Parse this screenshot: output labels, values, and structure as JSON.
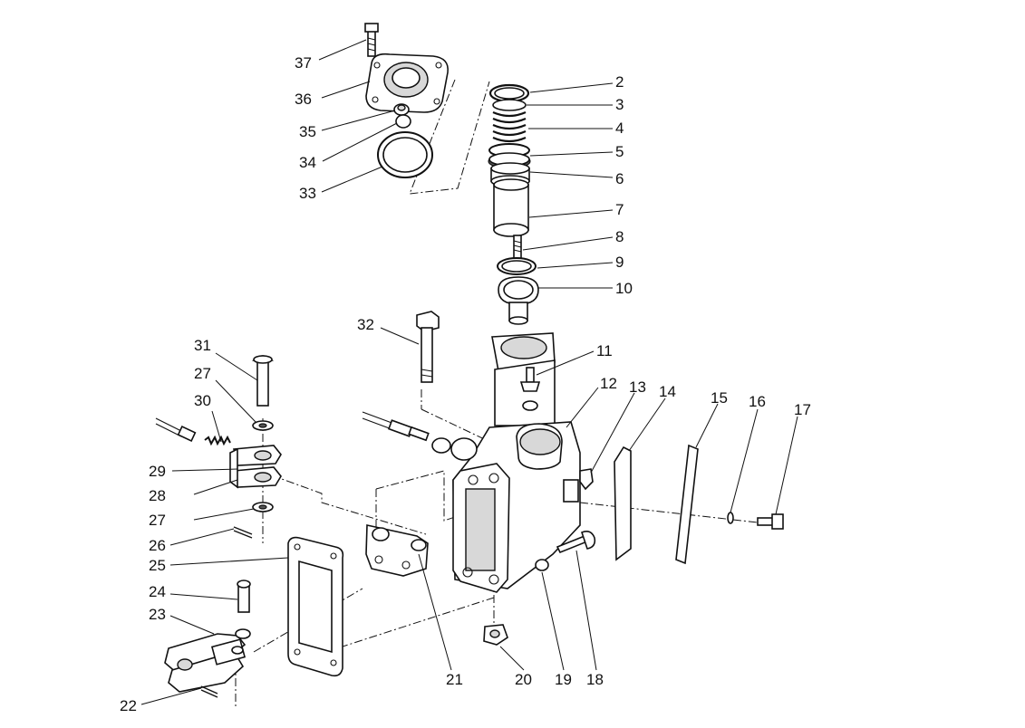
{
  "diagram": {
    "type": "exploded-parts-view",
    "callouts": {
      "c2": "2",
      "c3": "3",
      "c4": "4",
      "c5": "5",
      "c6": "6",
      "c7": "7",
      "c8": "8",
      "c9": "9",
      "c10": "10",
      "c11": "11",
      "c12": "12",
      "c13": "13",
      "c14": "14",
      "c15": "15",
      "c16": "16",
      "c17": "17",
      "c18": "18",
      "c19": "19",
      "c20": "20",
      "c21": "21",
      "c22": "22",
      "c23": "23",
      "c24": "24",
      "c25": "25",
      "c26": "26",
      "c27a": "27",
      "c27b": "27",
      "c28": "28",
      "c29": "29",
      "c30": "30",
      "c31": "31",
      "c32": "32",
      "c33": "33",
      "c34": "34",
      "c35": "35",
      "c36": "36",
      "c37": "37"
    }
  }
}
